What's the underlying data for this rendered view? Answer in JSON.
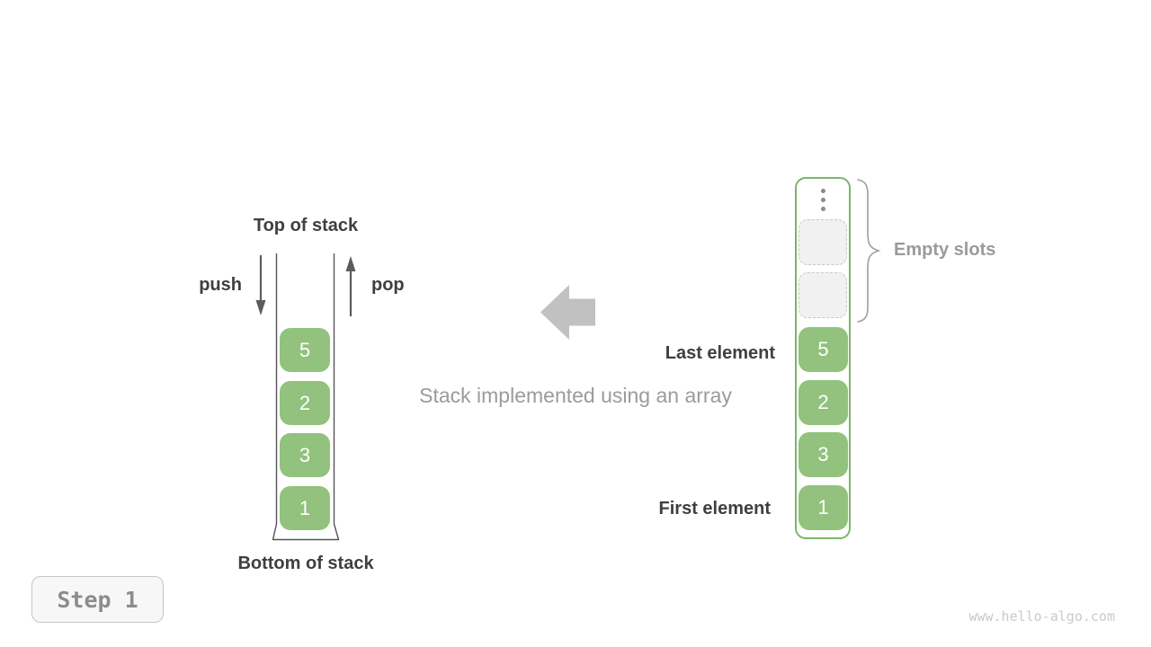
{
  "figure": {
    "stack": {
      "top_label": "Top of stack",
      "bottom_label": "Bottom of stack",
      "push_label": "push",
      "pop_label": "pop",
      "elements": [
        "5",
        "2",
        "3",
        "1"
      ]
    },
    "caption": "Stack implemented using an array",
    "array": {
      "elements": [
        "5",
        "2",
        "3",
        "1"
      ],
      "empty_slots_label": "Empty slots",
      "last_element_label": "Last element",
      "first_element_label": "First element",
      "empty_slots_count": 2
    },
    "step_badge": "Step 1",
    "watermark": "www.hello-algo.com"
  },
  "colors": {
    "element_green": "#92c27d",
    "array_border_green": "#7cb46a",
    "dark_text": "#3f3f3f",
    "gray_text": "#9b9b9b",
    "arrow_gray": "#5c5c5c",
    "block_arrow_gray": "#c1c1c1",
    "stack_outline": "#555555",
    "empty_slot_bg": "#f1f1f1",
    "empty_slot_border": "#c9c9c9",
    "step_text": "#8c8c8c",
    "watermark_gray": "#c9c9c9"
  }
}
